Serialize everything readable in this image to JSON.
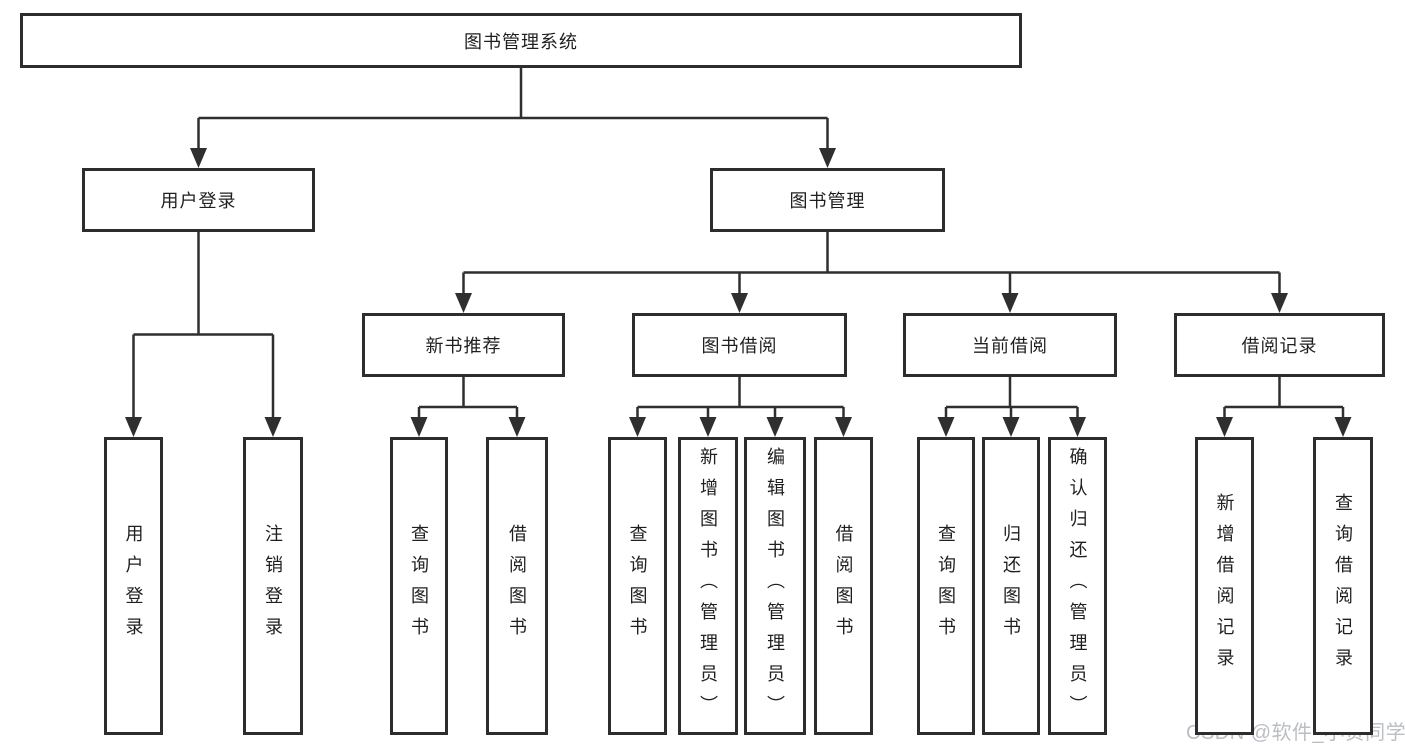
{
  "diagram": {
    "title": "图书管理系统",
    "nodes": [
      {
        "id": "root",
        "label": "图书管理系统",
        "orientation": "horizontal",
        "children": [
          "user-login",
          "book-mgmt"
        ]
      },
      {
        "id": "user-login",
        "label": "用户登录",
        "orientation": "horizontal",
        "children": [
          "leaf-user-login",
          "leaf-logout"
        ]
      },
      {
        "id": "book-mgmt",
        "label": "图书管理",
        "orientation": "horizontal",
        "children": [
          "new-book-rec",
          "book-borrow",
          "current-borrow",
          "borrow-records"
        ]
      },
      {
        "id": "new-book-rec",
        "label": "新书推荐",
        "orientation": "horizontal",
        "children": [
          "nbr-query-books",
          "nbr-borrow-books"
        ]
      },
      {
        "id": "book-borrow",
        "label": "图书借阅",
        "orientation": "horizontal",
        "children": [
          "bb-query-books",
          "bb-add-books",
          "bb-edit-books",
          "bb-borrow-books"
        ]
      },
      {
        "id": "current-borrow",
        "label": "当前借阅",
        "orientation": "horizontal",
        "children": [
          "cb-query-books",
          "cb-return-books",
          "cb-confirm-return"
        ]
      },
      {
        "id": "borrow-records",
        "label": "借阅记录",
        "orientation": "horizontal",
        "children": [
          "br-add-record",
          "br-query-record"
        ]
      },
      {
        "id": "leaf-user-login",
        "label": "用户登录",
        "orientation": "vertical",
        "children": []
      },
      {
        "id": "leaf-logout",
        "label": "注销登录",
        "orientation": "vertical",
        "children": []
      },
      {
        "id": "nbr-query-books",
        "label": "查询图书",
        "orientation": "vertical",
        "children": []
      },
      {
        "id": "nbr-borrow-books",
        "label": "借阅图书",
        "orientation": "vertical",
        "children": []
      },
      {
        "id": "bb-query-books",
        "label": "查询图书",
        "orientation": "vertical",
        "children": []
      },
      {
        "id": "bb-add-books",
        "label": "新增图书（管理员）",
        "orientation": "vertical",
        "children": []
      },
      {
        "id": "bb-edit-books",
        "label": "编辑图书（管理员）",
        "orientation": "vertical",
        "children": []
      },
      {
        "id": "bb-borrow-books",
        "label": "借阅图书",
        "orientation": "vertical",
        "children": []
      },
      {
        "id": "cb-query-books",
        "label": "查询图书",
        "orientation": "vertical",
        "children": []
      },
      {
        "id": "cb-return-books",
        "label": "归还图书",
        "orientation": "vertical",
        "children": []
      },
      {
        "id": "cb-confirm-return",
        "label": "确认归还（管理员）",
        "orientation": "vertical",
        "children": []
      },
      {
        "id": "br-add-record",
        "label": "新增借阅记录",
        "orientation": "vertical",
        "children": []
      },
      {
        "id": "br-query-record",
        "label": "查询借阅记录",
        "orientation": "vertical",
        "children": []
      }
    ]
  },
  "watermark": {
    "text": "CSDN @软件_小贺同学",
    "color": "#babec5"
  },
  "colors": {
    "line": "#2f2f2f",
    "border": "#2d2d2d",
    "text": "#1f1f1f",
    "background": "#ffffff"
  }
}
